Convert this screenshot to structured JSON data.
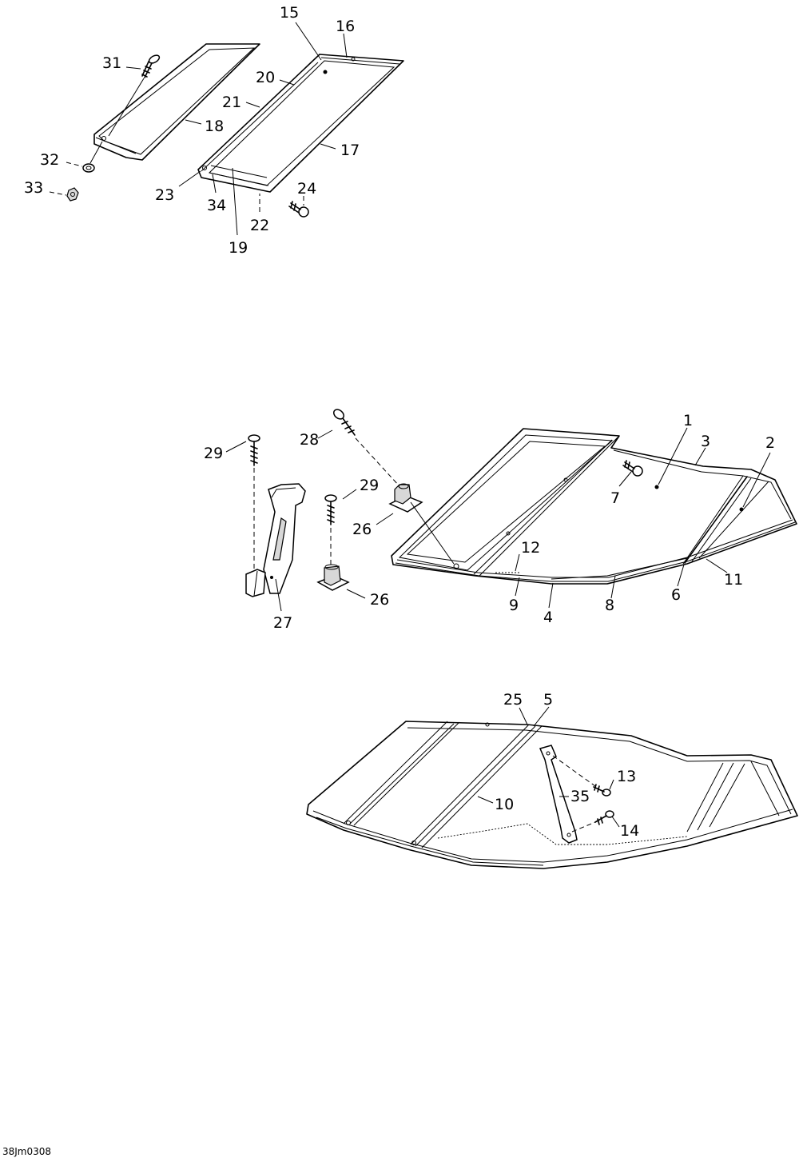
{
  "drawing_ref": "38Jm0308",
  "callouts": {
    "c1": "1",
    "c2": "2",
    "c3": "3",
    "c4": "4",
    "c5": "5",
    "c6": "6",
    "c7": "7",
    "c8": "8",
    "c9": "9",
    "c10": "10",
    "c11": "11",
    "c12": "12",
    "c13": "13",
    "c14": "14",
    "c15": "15",
    "c16": "16",
    "c17": "17",
    "c18": "18",
    "c19": "19",
    "c20": "20",
    "c21": "21",
    "c22": "22",
    "c23": "23",
    "c24": "24",
    "c25": "25",
    "c26a": "26",
    "c26b": "26",
    "c27": "27",
    "c28": "28",
    "c29a": "29",
    "c29b": "29",
    "c31": "31",
    "c32": "32",
    "c33": "33",
    "c34": "34",
    "c35": "35"
  }
}
